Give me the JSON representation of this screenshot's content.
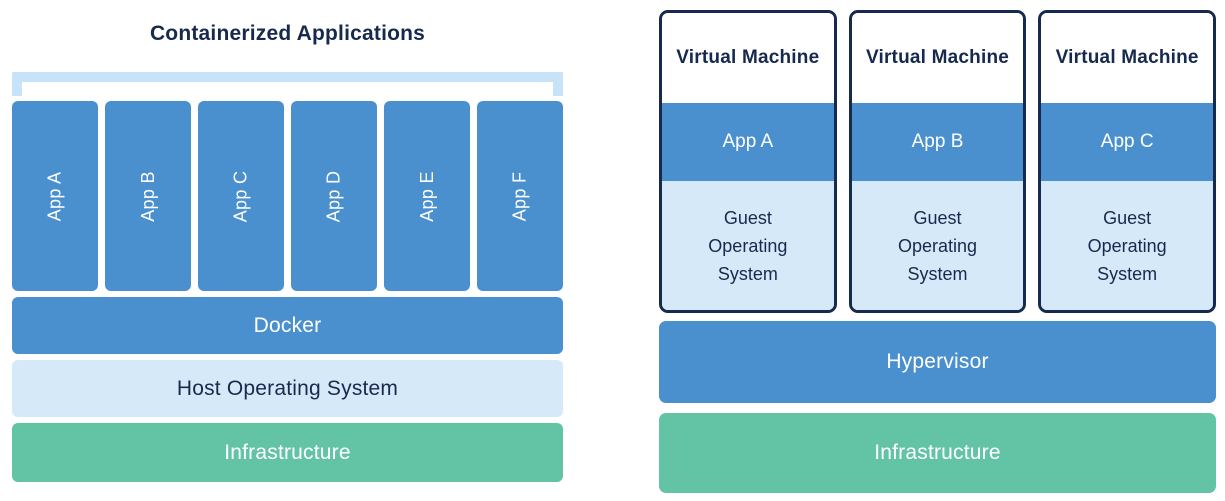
{
  "colors": {
    "primary_blue": "#4A90CE",
    "light_blue": "#D6E9F8",
    "bracket_blue": "#C8E2F7",
    "green": "#63C3A5",
    "navy": "#16294E",
    "background": "#FFFFFF",
    "white_text": "#FFFFFF"
  },
  "left": {
    "title": "Containerized Applications",
    "apps": [
      "App A",
      "App B",
      "App C",
      "App D",
      "App E",
      "App F"
    ],
    "layers": [
      {
        "label": "Docker"
      },
      {
        "label": "Host Operating System"
      },
      {
        "label": "Infrastructure"
      }
    ]
  },
  "right": {
    "vms": [
      {
        "title": "Virtual Machine",
        "app": "App A",
        "os": "Guest Operating System"
      },
      {
        "title": "Virtual Machine",
        "app": "App B",
        "os": "Guest Operating System"
      },
      {
        "title": "Virtual Machine",
        "app": "App C",
        "os": "Guest Operating System"
      }
    ],
    "layers": [
      {
        "label": "Hypervisor"
      },
      {
        "label": "Infrastructure"
      }
    ]
  }
}
